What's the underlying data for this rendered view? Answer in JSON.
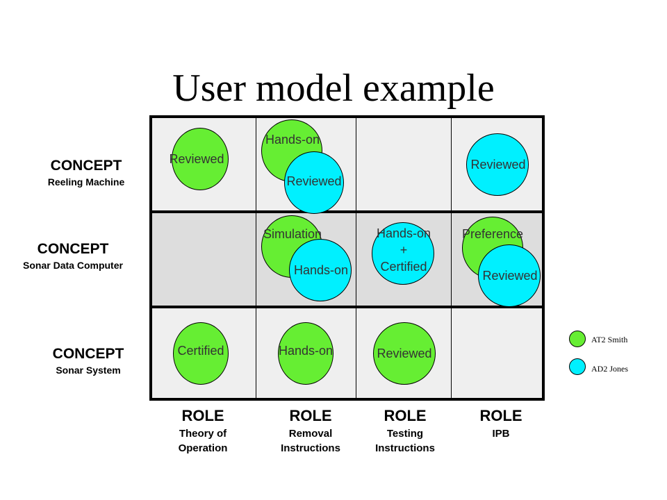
{
  "title": "User model example",
  "rows": [
    {
      "main": "CONCEPT",
      "sub": "Reeling Machine"
    },
    {
      "main": "CONCEPT",
      "sub": "Sonar Data Computer"
    },
    {
      "main": "CONCEPT",
      "sub": "Sonar System"
    }
  ],
  "columns": [
    {
      "main": "ROLE",
      "sub_line1": "Theory of",
      "sub_line2": "Operation"
    },
    {
      "main": "ROLE",
      "sub_line1": "Removal",
      "sub_line2": "Instructions"
    },
    {
      "main": "ROLE",
      "sub_line1": "Testing",
      "sub_line2": "Instructions"
    },
    {
      "main": "ROLE",
      "sub_line1": "IPB",
      "sub_line2": ""
    }
  ],
  "cells": {
    "r1c1_green": "Reviewed",
    "r1c2_green": "Hands-on",
    "r1c2_cyan": "Reviewed",
    "r1c4_cyan": "Reviewed",
    "r2c2_green": "Simulation",
    "r2c2_cyan": "Hands-on",
    "r2c3_cyan_line1": "Hands-on",
    "r2c3_cyan_line2": "+",
    "r2c3_cyan_line3": "Certified",
    "r2c4_green": "Preference",
    "r2c4_cyan": "Reviewed",
    "r3c1_green": "Certified",
    "r3c2_green": "Hands-on",
    "r3c3_green": "Reviewed"
  },
  "legend": [
    {
      "name": "AT2 Smith",
      "color": "#66ee33"
    },
    {
      "name": "AD2 Jones",
      "color": "#00f0ff"
    }
  ]
}
